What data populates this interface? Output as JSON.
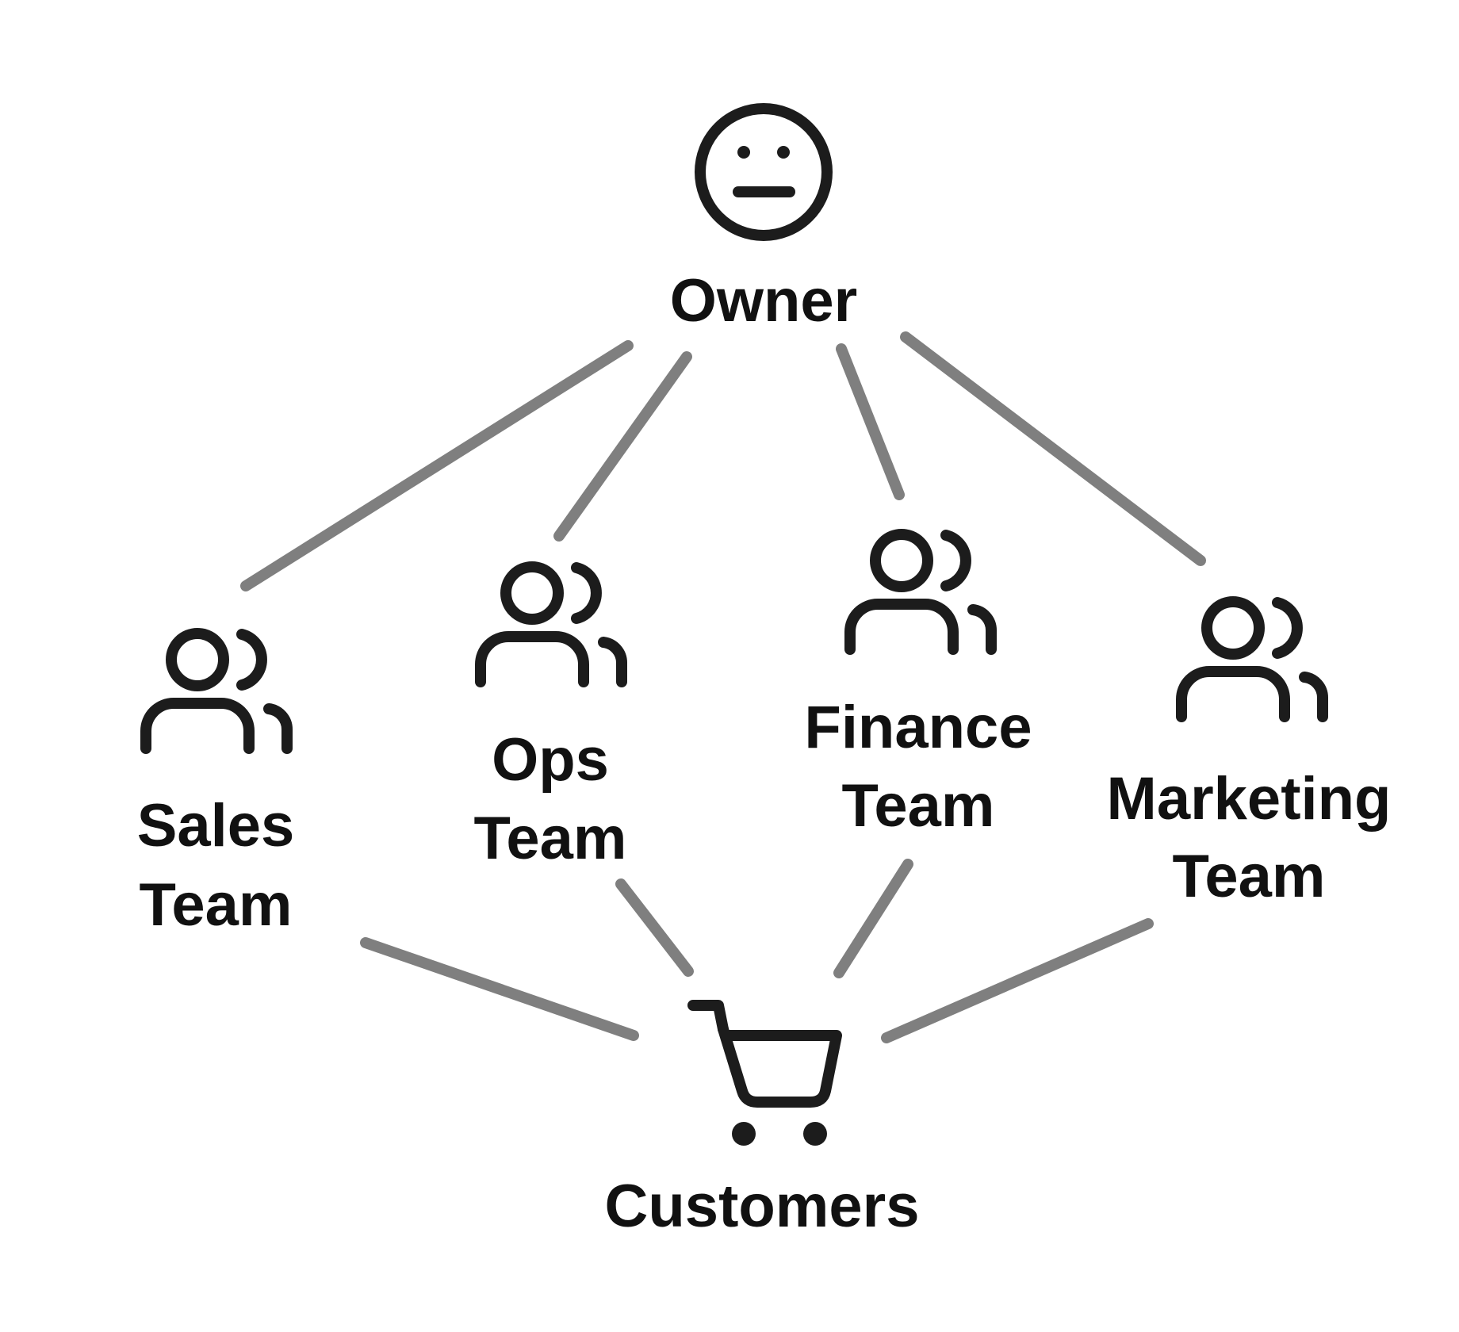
{
  "colors": {
    "connector": "#7f7f7f",
    "icon": "#1c1c1c",
    "text": "#111111",
    "background": "#ffffff"
  },
  "nodes": {
    "owner": {
      "label": "Owner",
      "icon": "neutral-face-icon"
    },
    "sales": {
      "label_line1": "Sales",
      "label_line2": "Team",
      "icon": "users-group-icon"
    },
    "ops": {
      "label_line1": "Ops",
      "label_line2": "Team",
      "icon": "users-group-icon"
    },
    "finance": {
      "label_line1": "Finance",
      "label_line2": "Team",
      "icon": "users-group-icon"
    },
    "marketing": {
      "label_line1": "Marketing",
      "label_line2": "Team",
      "icon": "users-group-icon"
    },
    "customers": {
      "label": "Customers",
      "icon": "shopping-cart-icon"
    }
  },
  "edges": [
    {
      "from": "owner",
      "to": "sales"
    },
    {
      "from": "owner",
      "to": "ops"
    },
    {
      "from": "owner",
      "to": "finance"
    },
    {
      "from": "owner",
      "to": "marketing"
    },
    {
      "from": "sales",
      "to": "customers"
    },
    {
      "from": "ops",
      "to": "customers"
    },
    {
      "from": "finance",
      "to": "customers"
    },
    {
      "from": "marketing",
      "to": "customers"
    }
  ]
}
